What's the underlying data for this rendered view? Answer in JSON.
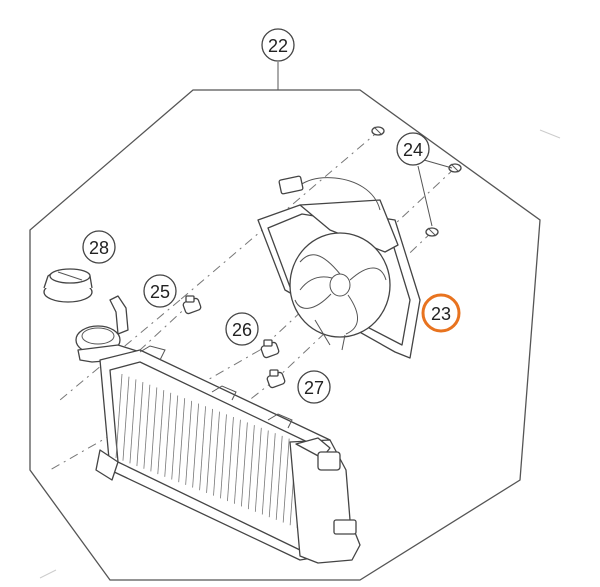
{
  "diagram": {
    "callouts": [
      {
        "id": "radiator-assembly",
        "number": "22",
        "highlighted": false
      },
      {
        "id": "fan-screws",
        "number": "24",
        "highlighted": false
      },
      {
        "id": "fan-assembly",
        "number": "23",
        "highlighted": true
      },
      {
        "id": "radiator-cap",
        "number": "28",
        "highlighted": false
      },
      {
        "id": "rubber-mount-upper",
        "number": "25",
        "highlighted": false
      },
      {
        "id": "rubber-mount-middle",
        "number": "26",
        "highlighted": false
      },
      {
        "id": "rubber-mount-lower",
        "number": "27",
        "highlighted": false
      }
    ],
    "colors": {
      "highlight": "#e8731f",
      "line": "#444444",
      "background": "#ffffff"
    }
  }
}
